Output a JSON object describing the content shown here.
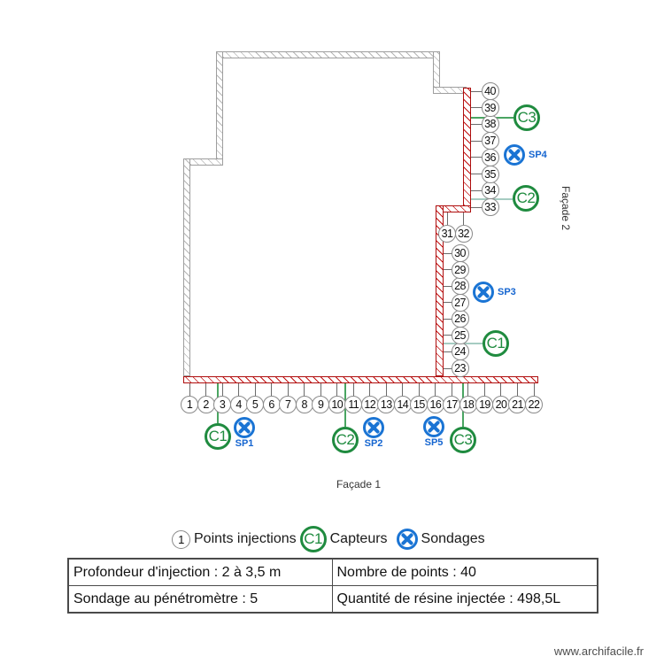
{
  "plan": {
    "facade_1": "Façade 1",
    "facade_2": "Façade 2",
    "injection_points": {
      "bottom_row": [
        "1",
        "2",
        "3",
        "4",
        "5",
        "6",
        "7",
        "8",
        "9",
        "10",
        "11",
        "12",
        "13",
        "14",
        "15",
        "16",
        "17",
        "18",
        "19",
        "20",
        "21",
        "22"
      ],
      "right_column": [
        "23",
        "24",
        "25",
        "26",
        "27",
        "28",
        "29",
        "30"
      ],
      "step_pair": [
        "31",
        "32"
      ],
      "upper_right_column": [
        "33",
        "34",
        "35",
        "36",
        "37",
        "38",
        "39",
        "40"
      ]
    },
    "capteurs": [
      {
        "label": "C1",
        "location": "facade-1"
      },
      {
        "label": "C2",
        "location": "facade-1"
      },
      {
        "label": "C3",
        "location": "facade-1"
      },
      {
        "label": "C1",
        "location": "facade-2-lower"
      },
      {
        "label": "C2",
        "location": "facade-2-mid"
      },
      {
        "label": "C3",
        "location": "facade-2-upper"
      }
    ],
    "sondages": [
      {
        "label": "SP1"
      },
      {
        "label": "SP2"
      },
      {
        "label": "SP3"
      },
      {
        "label": "SP4"
      },
      {
        "label": "SP5"
      }
    ]
  },
  "legend": {
    "injection_symbol": "1",
    "injection_label": "Points injections",
    "capteur_symbol": "C1",
    "capteur_label": "Capteurs",
    "sondage_label": "Sondages"
  },
  "summary_table": {
    "rows": [
      [
        "Profondeur d'injection : 2 à 3,5 m",
        "Nombre de points : 40"
      ],
      [
        "Sondage au pénétromètre : 5",
        "Quantité de résine injectée : 498,5L"
      ]
    ]
  },
  "footer": {
    "website": "www.archifacile.fr"
  },
  "colors": {
    "wall_red": "#c21212",
    "wall_gray": "#b5b5b5",
    "capteur_green": "#1f8b3f",
    "sondage_blue": "#1a74d4",
    "connector_green": "#4aa562",
    "connector_teal": "#a6ccc2"
  }
}
